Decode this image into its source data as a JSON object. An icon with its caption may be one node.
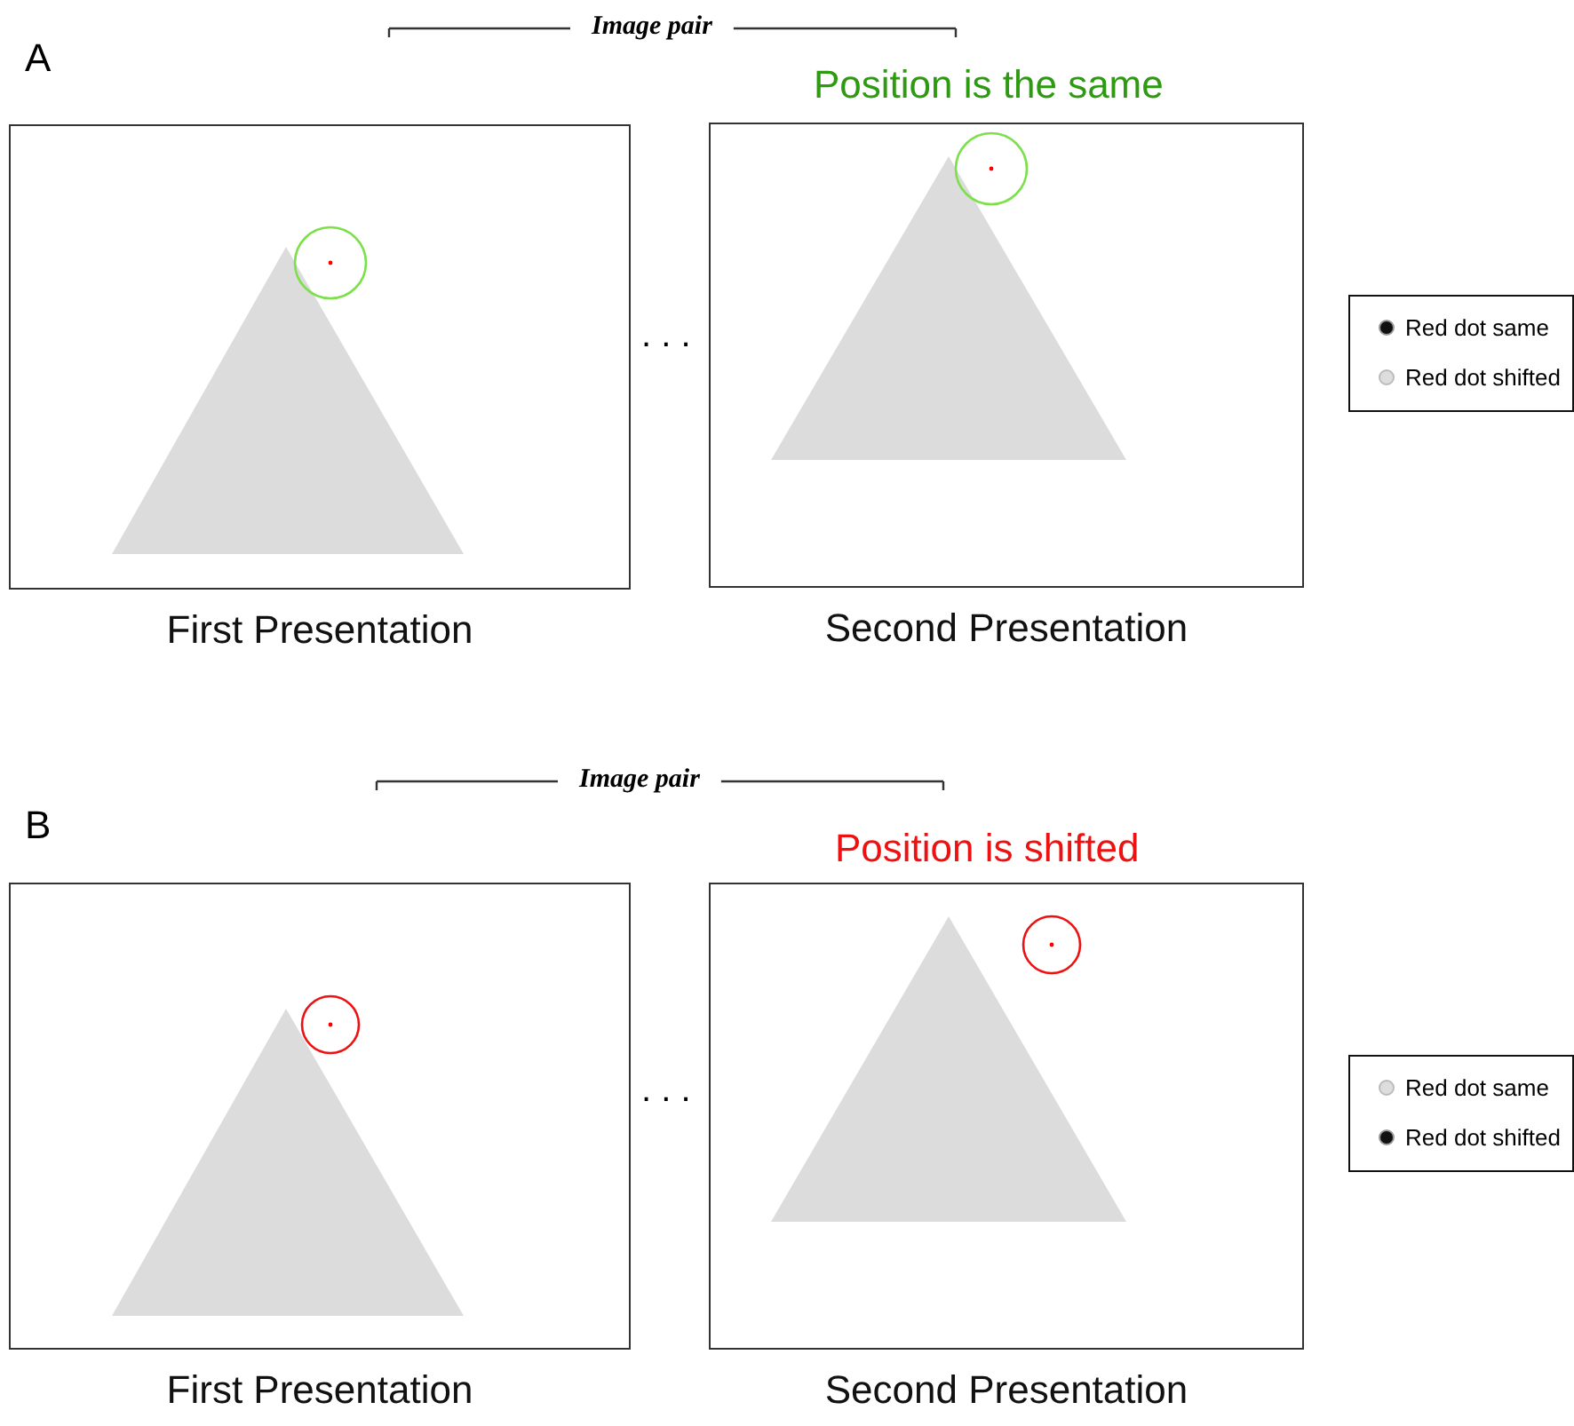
{
  "diagram": {
    "nodes": [
      {
        "text": [],
        "shape": "picture",
        "beside": [
          "First Presentation"
        ]
      },
      {
        "text": [],
        "shape": "picture",
        "beside": [
          "Second Presentation"
        ]
      },
      {
        "text": [
          "Red dot same",
          "Red dot shifted"
        ]
      },
      {
        "text": [],
        "shape": "picture",
        "beside": [
          "First Presentation"
        ]
      },
      {
        "text": [],
        "shape": "picture",
        "beside": [
          "Second Presentation"
        ]
      },
      {
        "text": [
          "Red dot same",
          "Red dot shifted"
        ]
      }
    ],
    "edges": [],
    "labels": [
      "A",
      "Image pair",
      "Position is the same",
      ". . .",
      "B",
      "Image pair",
      "Position is shifted",
      ". . ."
    ]
  }
}
